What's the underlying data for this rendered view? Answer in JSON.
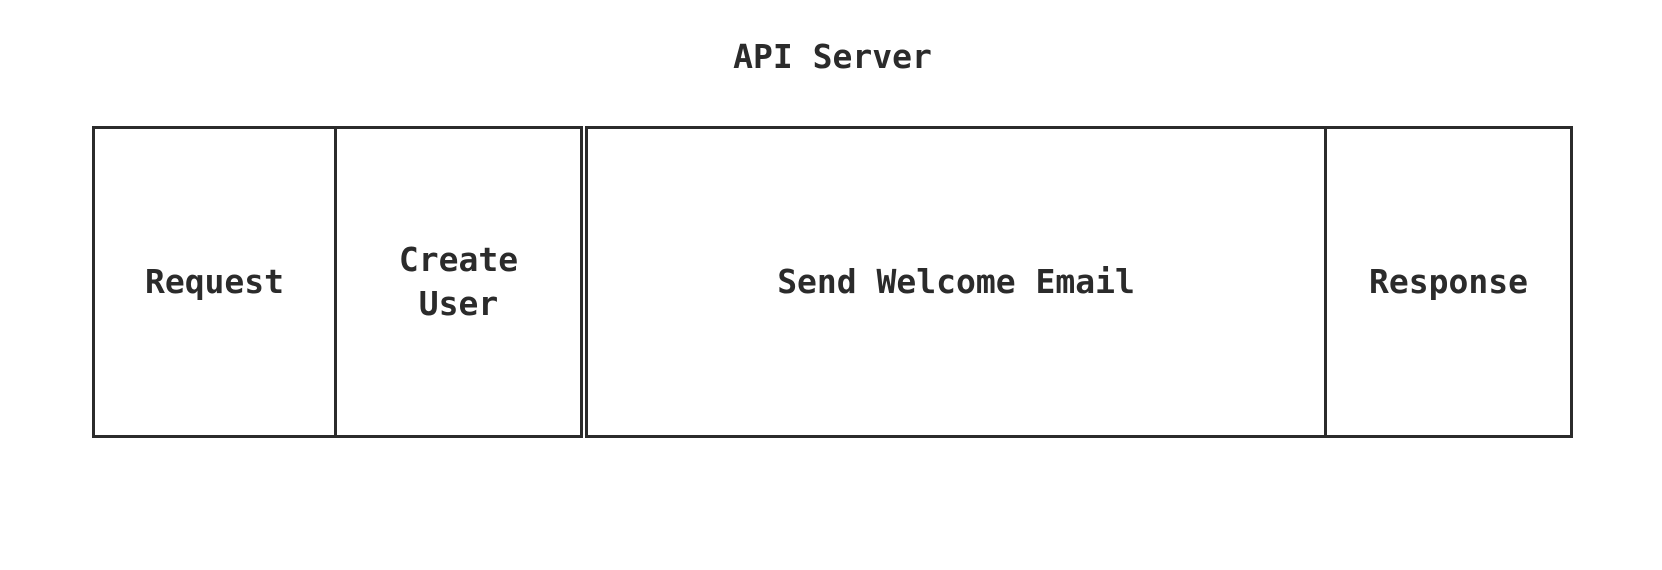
{
  "title": "API Server",
  "colors": {
    "ink": "#2b2b2b",
    "background": "#ffffff"
  },
  "spans": [
    {
      "label": "Request"
    },
    {
      "label": "Create User"
    },
    {
      "label": "Send Welcome Email"
    },
    {
      "label": "Response"
    }
  ]
}
